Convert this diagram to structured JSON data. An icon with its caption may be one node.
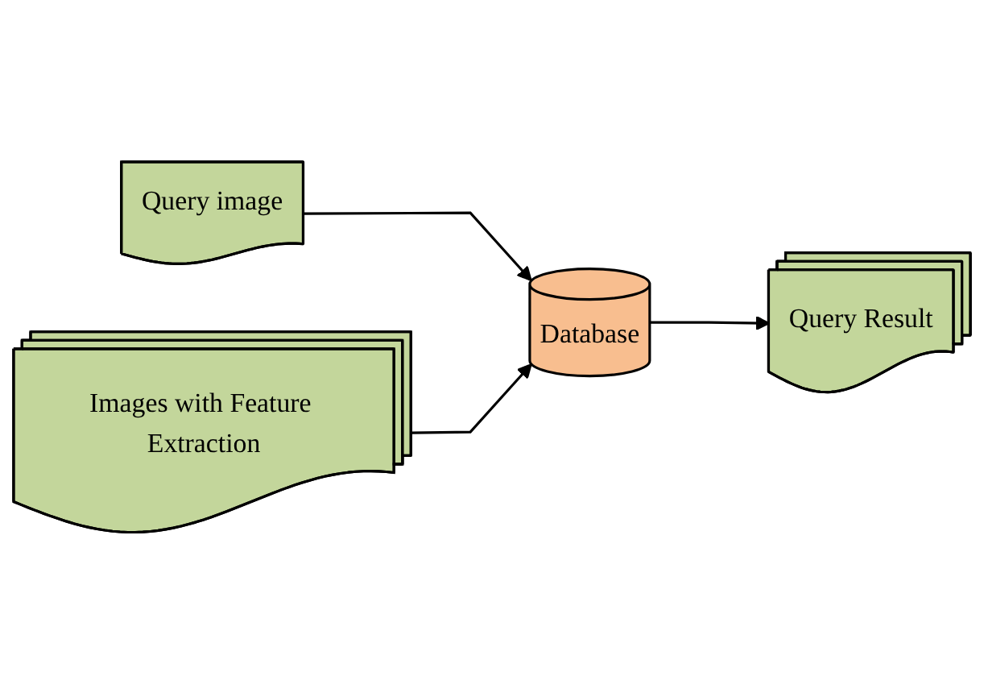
{
  "diagram": {
    "nodes": [
      {
        "text": [
          "Query image"
        ]
      },
      {
        "text": [
          "Database"
        ]
      },
      {
        "text": [
          "Query Result"
        ]
      },
      {
        "text": [
          "Images with Feature Extraction"
        ]
      }
    ],
    "edges": [
      {
        "from": 0,
        "to": 1,
        "arrow": "to"
      },
      {
        "from": 1,
        "to": 2,
        "arrow": "to"
      },
      {
        "from": 3,
        "to": 1,
        "arrow": "to"
      }
    ]
  }
}
